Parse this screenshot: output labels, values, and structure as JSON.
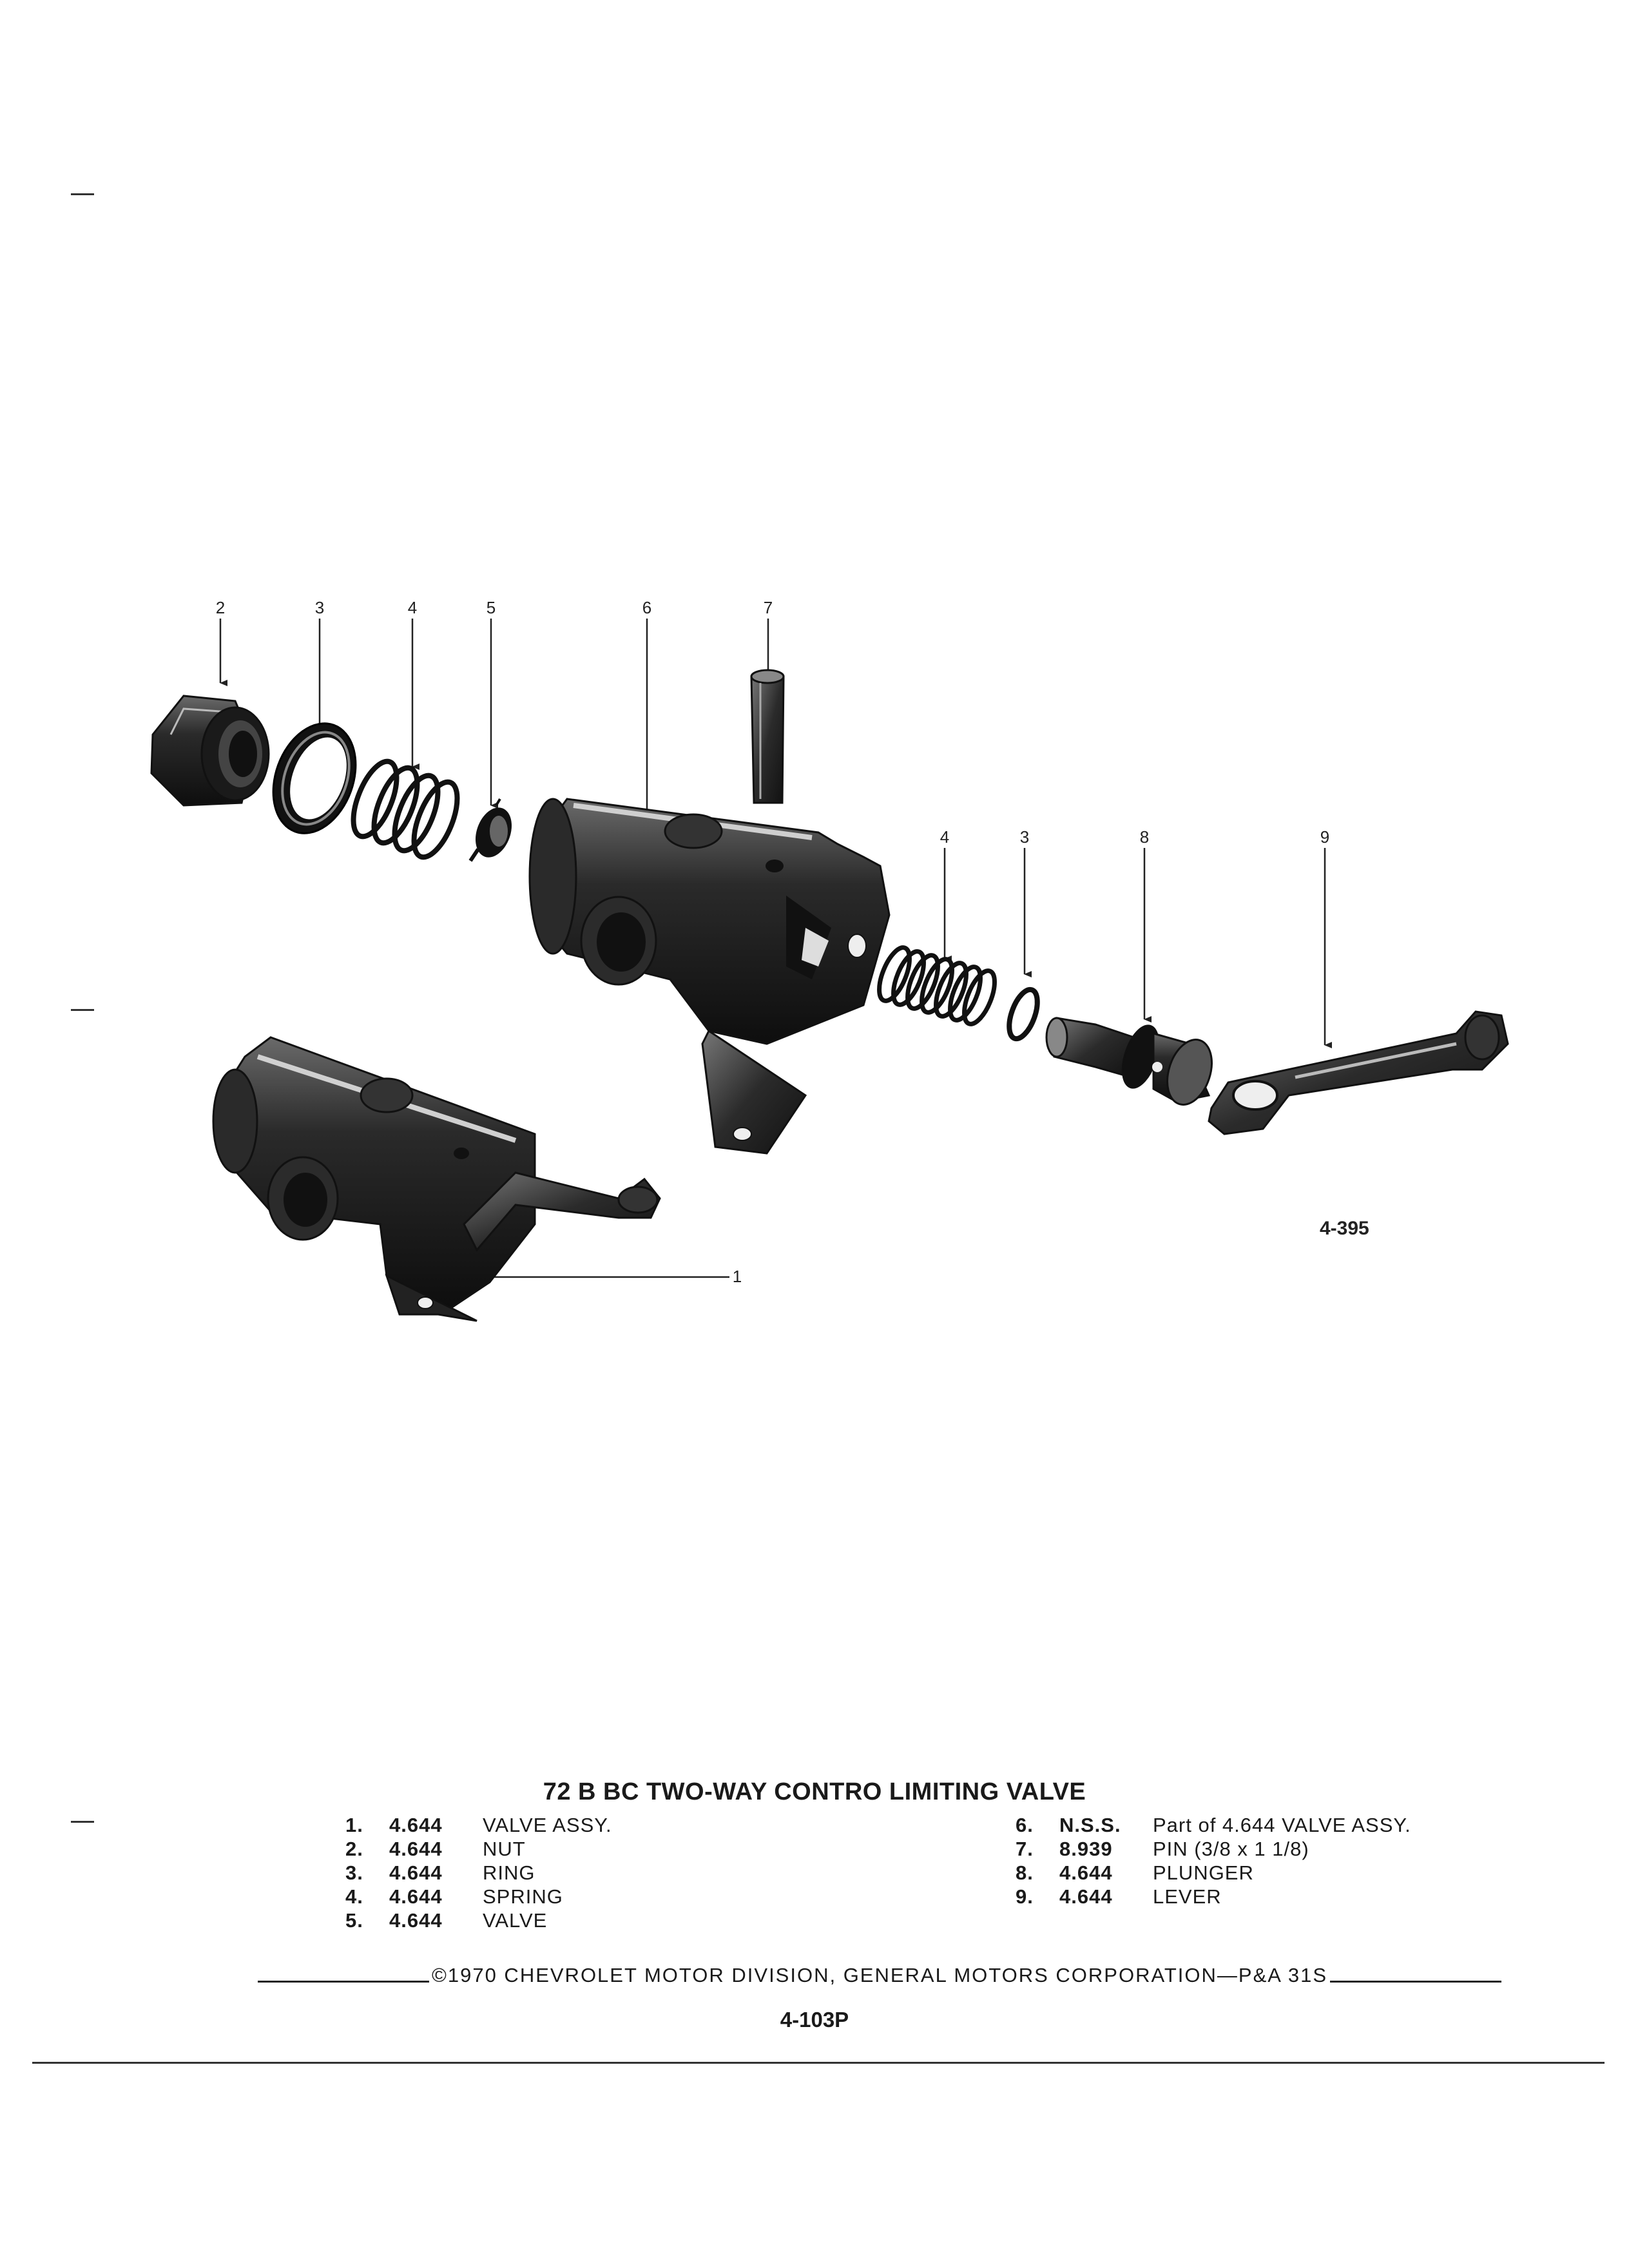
{
  "figure": {
    "callouts": [
      "2",
      "3",
      "4",
      "5",
      "6",
      "7",
      "4",
      "3",
      "8",
      "9",
      "1"
    ],
    "figure_number": "4-395"
  },
  "caption": {
    "title": "72 B BC TWO-WAY CONTRO LIMITING VALVE",
    "parts_left": [
      {
        "no": "1.",
        "code": "4.644",
        "desc": "VALVE ASSY."
      },
      {
        "no": "2.",
        "code": "4.644",
        "desc": "NUT"
      },
      {
        "no": "3.",
        "code": "4.644",
        "desc": "RING"
      },
      {
        "no": "4.",
        "code": "4.644",
        "desc": "SPRING"
      },
      {
        "no": "5.",
        "code": "4.644",
        "desc": "VALVE"
      }
    ],
    "parts_right": [
      {
        "no": "6.",
        "code": "N.S.S.",
        "desc": "Part of 4.644 VALVE ASSY."
      },
      {
        "no": "7.",
        "code": "8.939",
        "desc": "PIN (3/8 x 1 1/8)"
      },
      {
        "no": "8.",
        "code": "4.644",
        "desc": "PLUNGER"
      },
      {
        "no": "9.",
        "code": "4.644",
        "desc": "LEVER"
      }
    ]
  },
  "footer": {
    "copyright": "©1970 CHEVROLET MOTOR DIVISION, GENERAL MOTORS CORPORATION—P&A 31S",
    "page_number": "4-103P"
  }
}
